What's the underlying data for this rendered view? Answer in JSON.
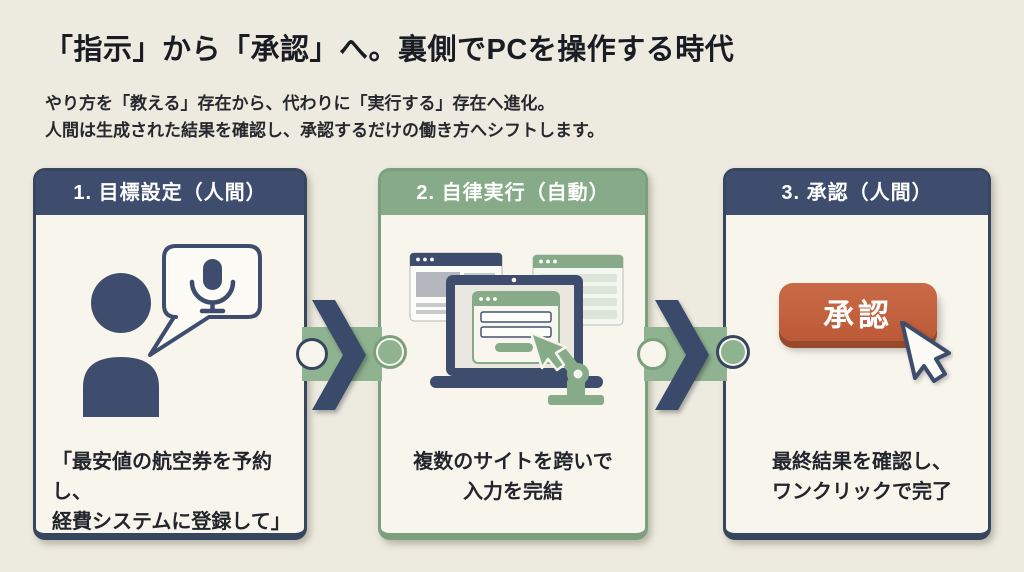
{
  "slide": {
    "title": "「指示」から「承認」へ。裏側でPCを操作する時代",
    "subtitle_line1": "やり方を「教える」存在から、代わりに「実行する」存在へ進化。",
    "subtitle_line2": "人間は生成された結果を確認し、承認するだけの働き方へシフトします。"
  },
  "steps": [
    {
      "header": "1. 目標設定（人間）",
      "caption_line1": "「最安値の航空券を予約し、",
      "caption_line2": "経費システムに登録して」",
      "icon": "person-speech-bubble-microphone-icon",
      "theme_color": "#3E4D6E"
    },
    {
      "header": "2. 自律実行（自動）",
      "caption_line1": "複数のサイトを跨いで",
      "caption_line2": "入力を完結",
      "icon": "laptop-browser-windows-robot-arm-icon",
      "theme_color": "#87AB88"
    },
    {
      "header": "3. 承認（人間）",
      "approve_button_label": "承認",
      "caption_line1": "最終結果を確認し、",
      "caption_line2": "ワンクリックで完了",
      "icon": "approve-button-click-cursor-icon",
      "theme_color": "#3E4D6E"
    }
  ],
  "connector": {
    "icon": "puzzle-piece-chevron-arrow-icon",
    "band_color": "#8FB290",
    "arrow_color": "#3A4A6A"
  },
  "colors": {
    "background": "#EDEADF",
    "card_body": "#F7F5EC",
    "navy": "#3E4D6E",
    "green": "#87AB88",
    "orange": "#C2603D",
    "orange_shadow": "#9A4A2C",
    "text": "#22252B"
  }
}
